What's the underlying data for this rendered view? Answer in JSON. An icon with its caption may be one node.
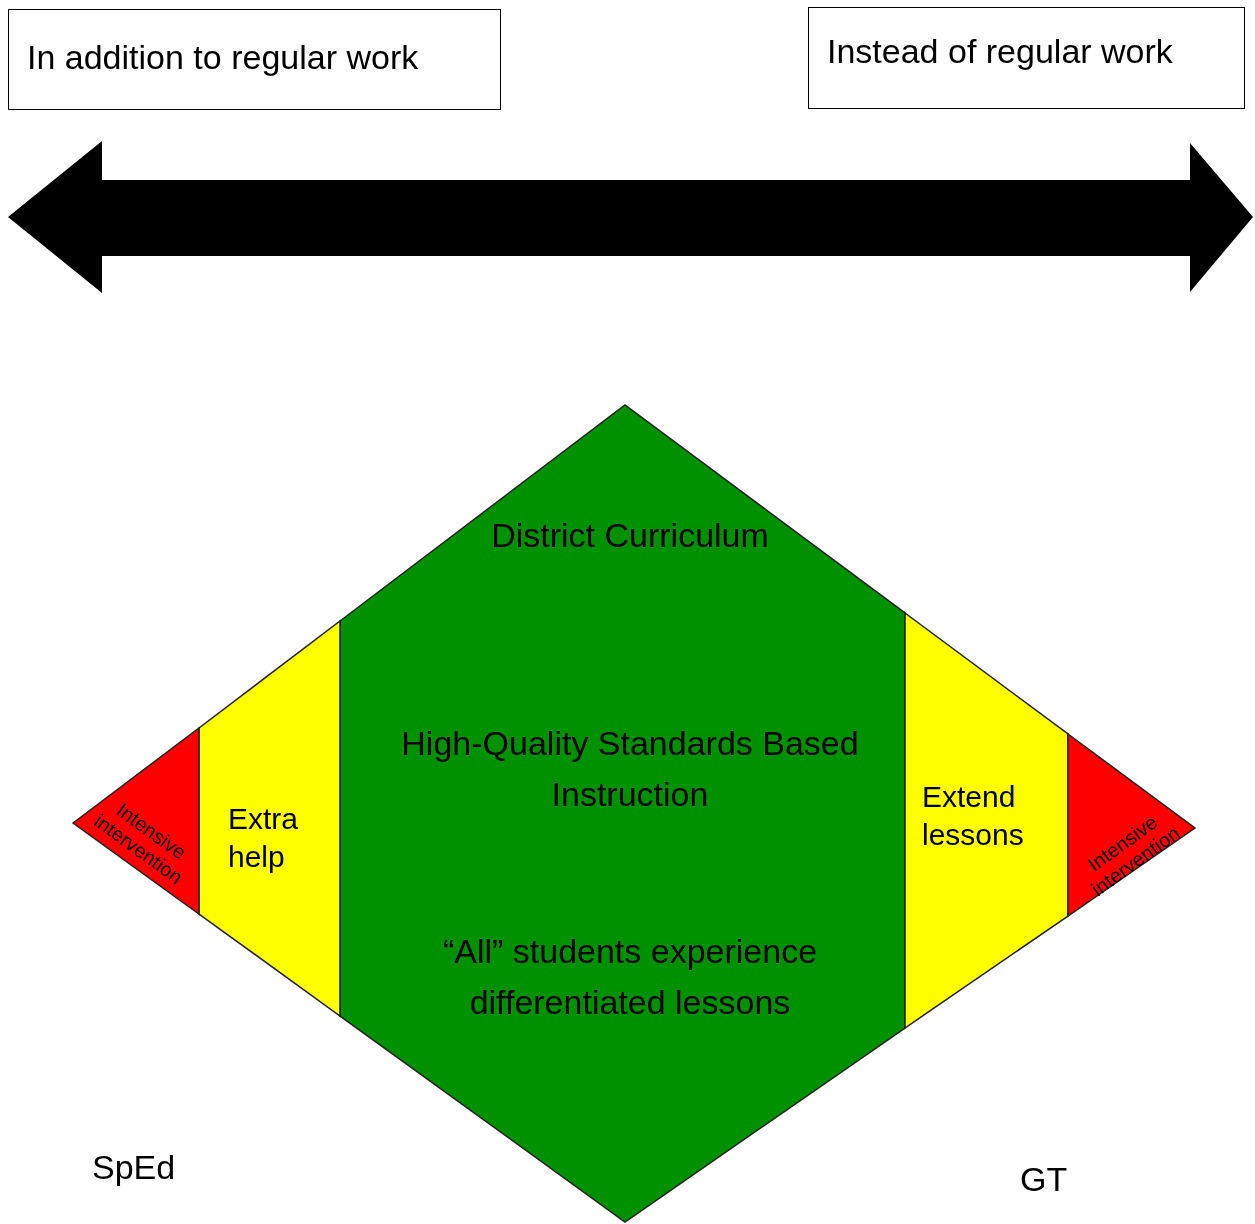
{
  "diagram": {
    "nodes": [
      {
        "text": [
          "In addition to regular work"
        ]
      },
      {
        "text": [
          "Instead of regular work"
        ]
      },
      {
        "text": [
          "District Curriculum",
          "High-Quality Standards Based Instruction",
          "“All” students experience differentiated lessons"
        ]
      },
      {
        "text": [
          "Extra help"
        ]
      },
      {
        "text": [
          "Intensive intervention"
        ]
      },
      {
        "text": [
          "Extend lessons"
        ]
      },
      {
        "text": [
          "Intensive intervention"
        ]
      }
    ],
    "edges": [],
    "labels": [
      "SpEd",
      "GT"
    ]
  }
}
